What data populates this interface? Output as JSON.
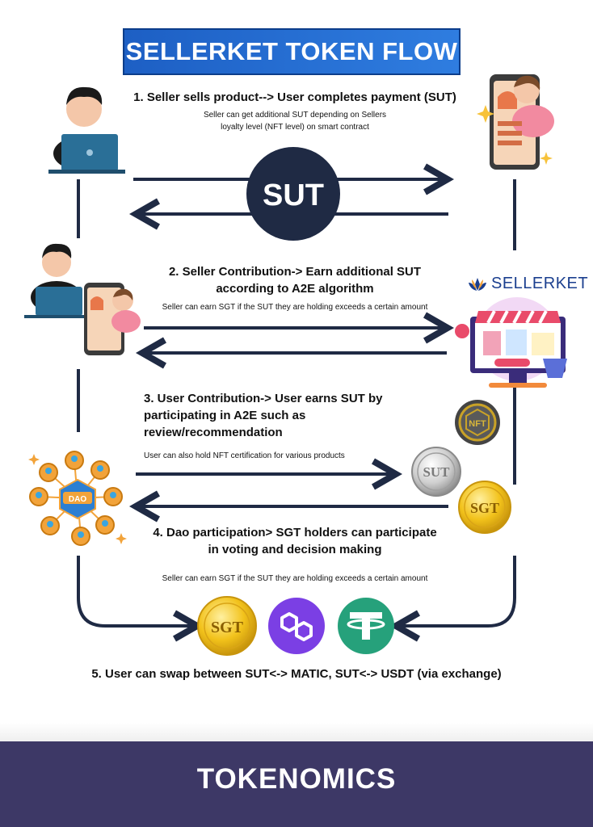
{
  "title": "SELLERKET TOKEN FLOW",
  "brand": "SELLERKET",
  "steps": [
    {
      "heading": "1. Seller sells product--> User completes payment (SUT)",
      "sub": [
        "Seller can get additional SUT depending on Sellers",
        "loyalty level (NFT level) on smart contract"
      ]
    },
    {
      "heading": [
        "2. Seller Contribution-> Earn additional SUT",
        "according to A2E algorithm"
      ],
      "sub": "Seller can earn SGT if the SUT they are holding exceeds a certain amount"
    },
    {
      "heading": [
        "3. User Contribution-> User earns SUT by",
        "participating in A2E such as",
        "review/recommendation"
      ],
      "sub": "User can also hold NFT certification for various products"
    },
    {
      "heading": [
        "4. Dao participation> SGT holders can participate",
        "in voting and decision making"
      ],
      "sub": "Seller can earn SGT if the SUT they are holding exceeds a certain amount"
    },
    {
      "heading": "5. User can swap between SUT<-> MATIC, SUT<-> USDT (via exchange)"
    }
  ],
  "tokens": {
    "sut_center": "SUT",
    "sut_silver": "SUT",
    "sgt": "SGT",
    "sgt_bottom": "SGT",
    "nft": "NFT",
    "dao": "DAO"
  },
  "footer": "TOKENOMICS",
  "colors": {
    "banner": "#2f7de0",
    "navy": "#1f2a44",
    "gold": "#f2c21b",
    "silver": "#c9c9c9",
    "polygon": "#7b3fe4",
    "tether": "#26a17b",
    "footer": "#3d3866"
  }
}
